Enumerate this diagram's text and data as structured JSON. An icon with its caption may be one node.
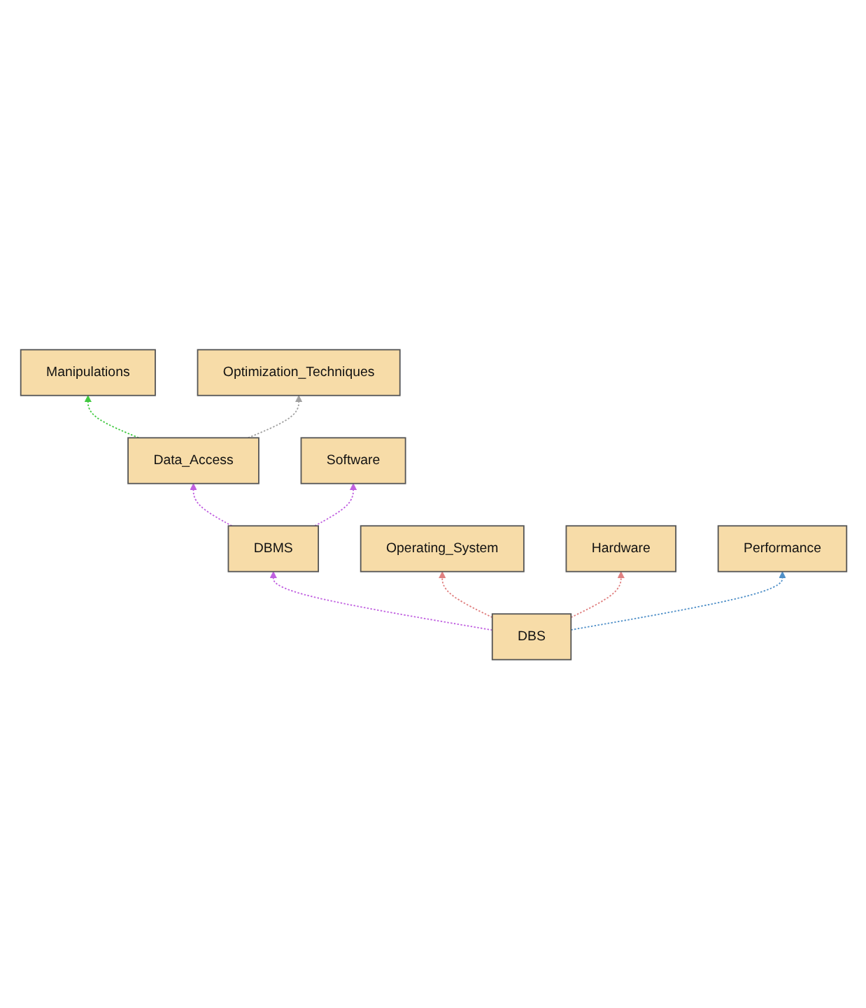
{
  "diagram": {
    "nodes": [
      {
        "text": [
          "Manipulations"
        ]
      },
      {
        "text": [
          "Data_Access"
        ]
      },
      {
        "text": [
          "Optimization_Techniques"
        ]
      },
      {
        "text": [
          "DBMS"
        ]
      },
      {
        "text": [
          "Software"
        ]
      },
      {
        "text": [
          "DBS"
        ]
      },
      {
        "text": [
          "Operating_System"
        ]
      },
      {
        "text": [
          "Hardware"
        ]
      },
      {
        "text": [
          "Performance"
        ]
      }
    ],
    "edges": [
      {
        "from": 5,
        "to": 3,
        "arrow": "to",
        "style": "dashed"
      },
      {
        "from": 3,
        "to": 1,
        "arrow": "to",
        "style": "dashed"
      },
      {
        "from": 1,
        "to": 0,
        "arrow": "to",
        "style": "dashed",
        "color": "#40c840"
      },
      {
        "from": 1,
        "to": 2,
        "arrow": "to",
        "style": "dashed",
        "color": "#a0a0a0"
      },
      {
        "from": 3,
        "to": 4,
        "arrow": "to",
        "style": "dashed"
      },
      {
        "from": 5,
        "to": 6,
        "arrow": "to",
        "style": "dashed",
        "color": "#e08080"
      },
      {
        "from": 5,
        "to": 7,
        "arrow": "to",
        "style": "dashed",
        "color": "#e08080"
      },
      {
        "from": 5,
        "to": 8,
        "arrow": "to",
        "style": "dashed",
        "color": "#5090c8"
      }
    ]
  }
}
